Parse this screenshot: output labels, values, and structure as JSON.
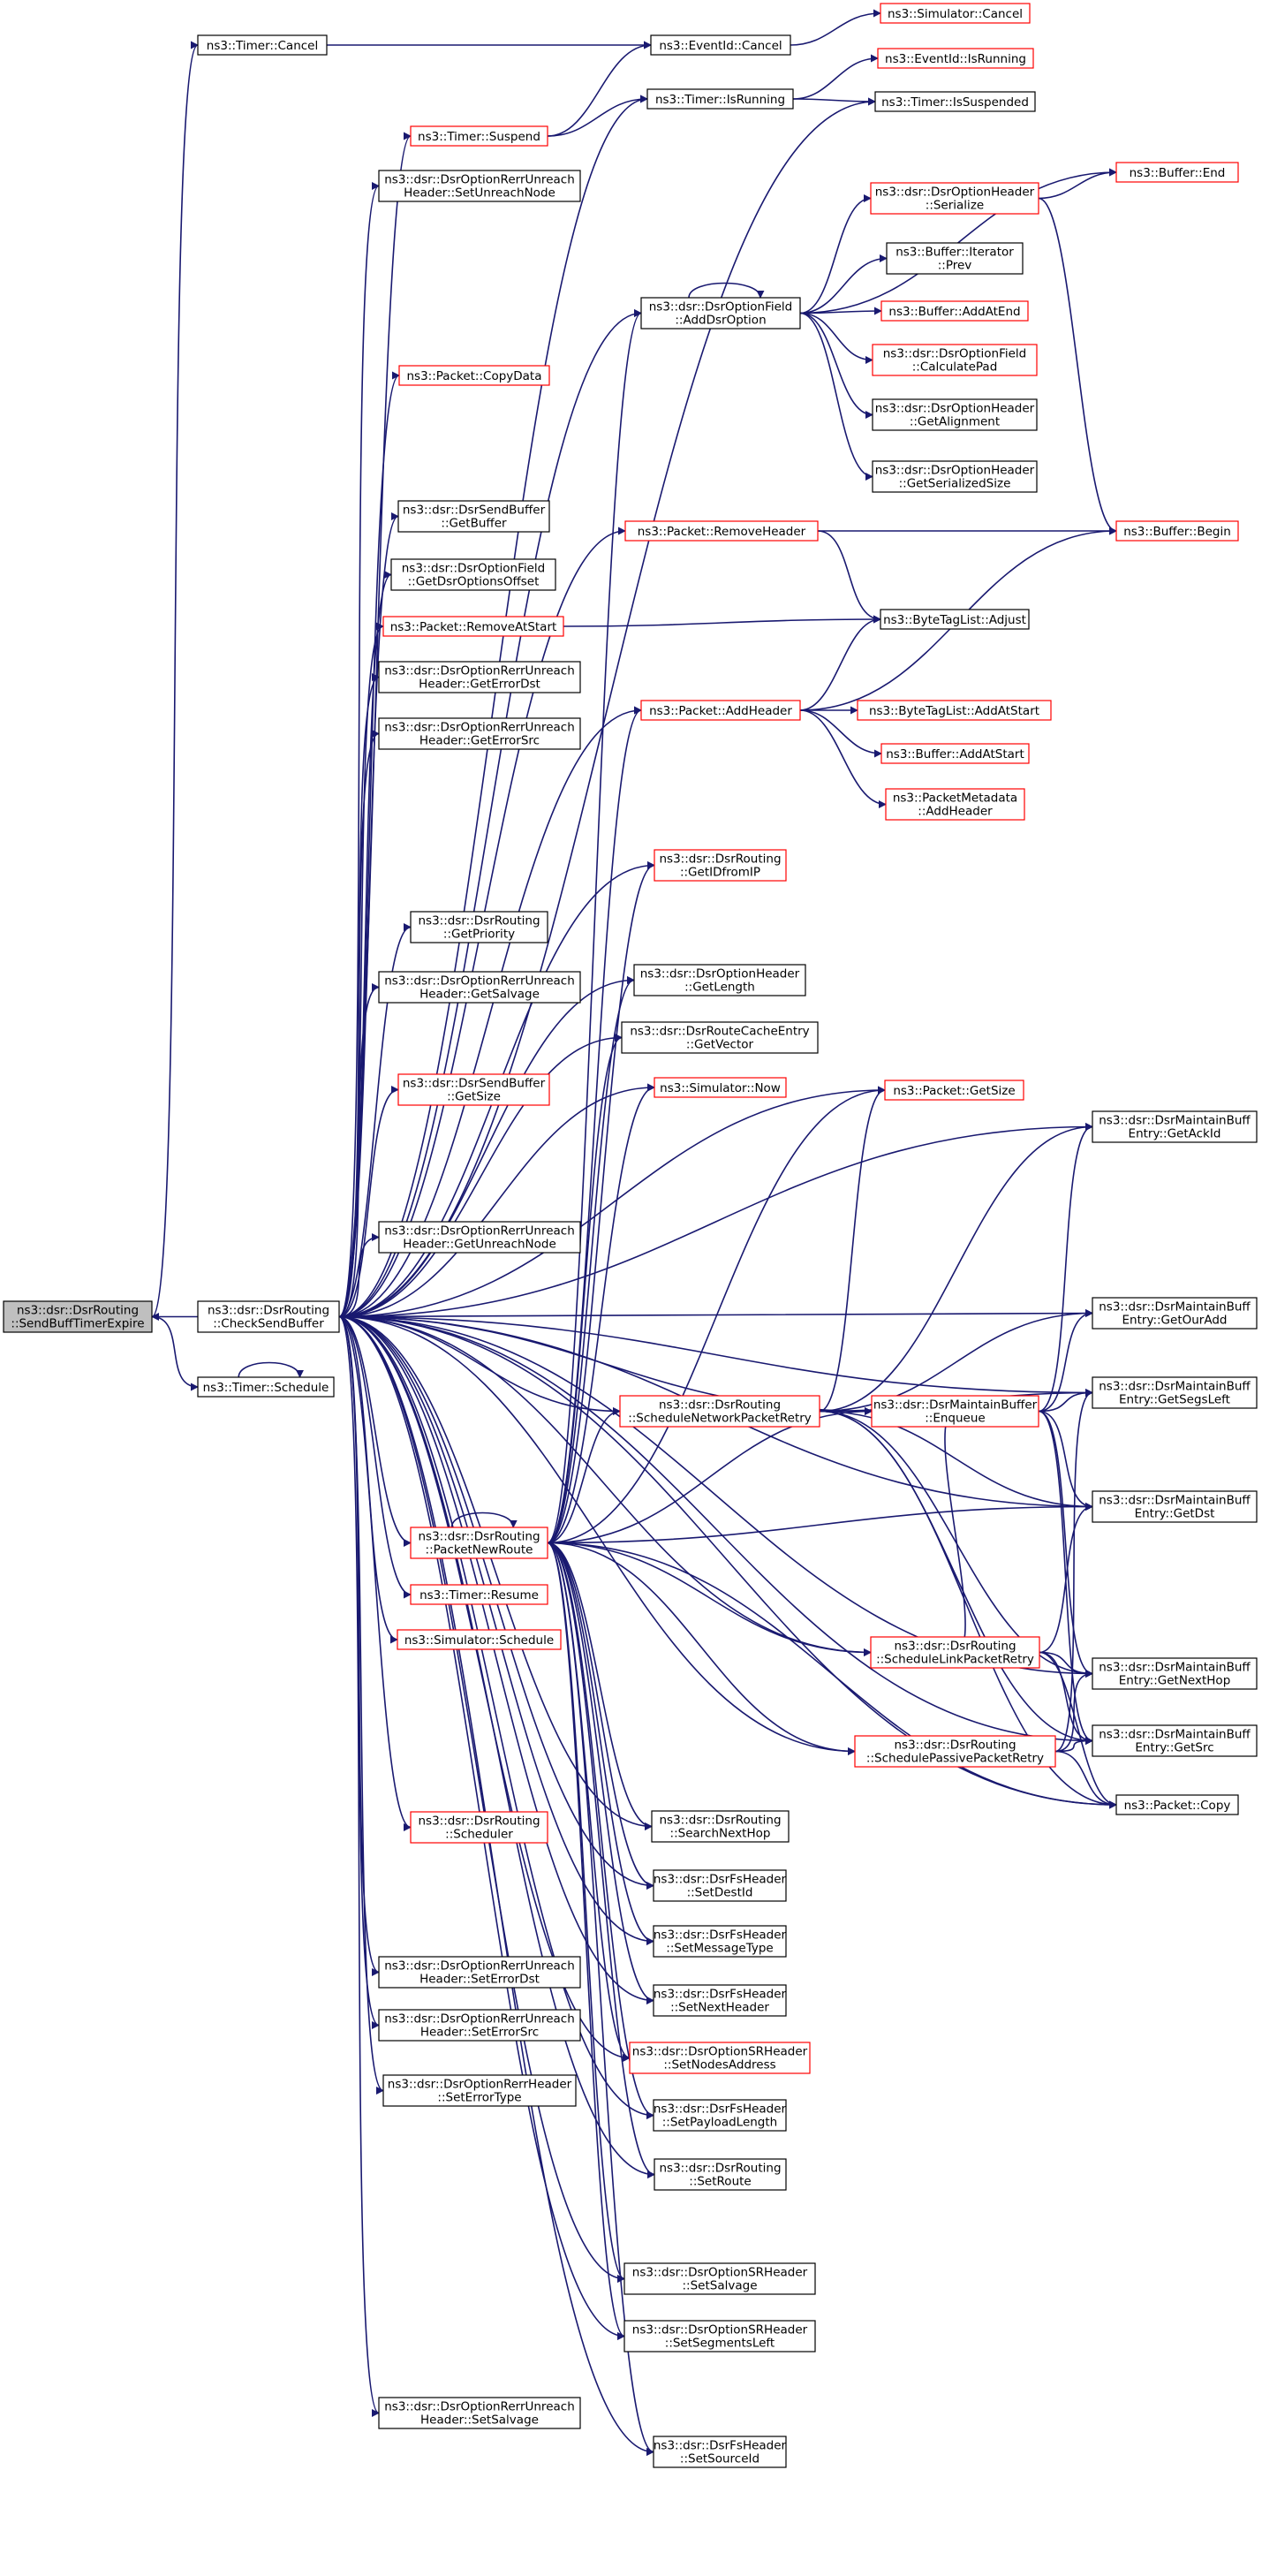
{
  "colors": {
    "edge": "#191970",
    "node_border_normal": "#000000",
    "node_border_link": "#ff0000",
    "node_fill_current": "#bfbfbf",
    "node_fill": "#ffffff"
  },
  "nodes": [
    {
      "id": "sendbufftimer",
      "lines": [
        "ns3::dsr::DsrRouting",
        "::SendBuffTimerExpire"
      ],
      "kind": "current"
    },
    {
      "id": "checksendbuffer",
      "lines": [
        "ns3::dsr::DsrRouting",
        "::CheckSendBuffer"
      ],
      "kind": "normal"
    },
    {
      "id": "timer_cancel",
      "lines": [
        "ns3::Timer::Cancel"
      ],
      "kind": "normal"
    },
    {
      "id": "timer_schedule",
      "lines": [
        "ns3::Timer::Schedule"
      ],
      "kind": "normal"
    },
    {
      "id": "eventid_cancel",
      "lines": [
        "ns3::EventId::Cancel"
      ],
      "kind": "normal"
    },
    {
      "id": "sim_cancel",
      "lines": [
        "ns3::Simulator::Cancel"
      ],
      "kind": "link"
    },
    {
      "id": "eventid_isrunning",
      "lines": [
        "ns3::EventId::IsRunning"
      ],
      "kind": "link"
    },
    {
      "id": "timer_suspend",
      "lines": [
        "ns3::Timer::Suspend"
      ],
      "kind": "link"
    },
    {
      "id": "timer_isrunning",
      "lines": [
        "ns3::Timer::IsRunning"
      ],
      "kind": "normal"
    },
    {
      "id": "timer_issuspended",
      "lines": [
        "ns3::Timer::IsSuspended"
      ],
      "kind": "normal"
    },
    {
      "id": "rerr_setunreach",
      "lines": [
        "ns3::dsr::DsrOptionRerrUnreach",
        "Header::SetUnreachNode"
      ],
      "kind": "normal"
    },
    {
      "id": "buffer_end",
      "lines": [
        "ns3::Buffer::End"
      ],
      "kind": "link"
    },
    {
      "id": "opthdr_serialize",
      "lines": [
        "ns3::dsr::DsrOptionHeader",
        "::Serialize"
      ],
      "kind": "link"
    },
    {
      "id": "iter_prev",
      "lines": [
        "ns3::Buffer::Iterator",
        "::Prev"
      ],
      "kind": "normal"
    },
    {
      "id": "addDsrOption",
      "lines": [
        "ns3::dsr::DsrOptionField",
        "::AddDsrOption"
      ],
      "kind": "normal"
    },
    {
      "id": "buffer_addatend",
      "lines": [
        "ns3::Buffer::AddAtEnd"
      ],
      "kind": "link"
    },
    {
      "id": "calcpad",
      "lines": [
        "ns3::dsr::DsrOptionField",
        "::CalculatePad"
      ],
      "kind": "link"
    },
    {
      "id": "getalign",
      "lines": [
        "ns3::dsr::DsrOptionHeader",
        "::GetAlignment"
      ],
      "kind": "normal"
    },
    {
      "id": "getsersize",
      "lines": [
        "ns3::dsr::DsrOptionHeader",
        "::GetSerializedSize"
      ],
      "kind": "normal"
    },
    {
      "id": "packet_copydata",
      "lines": [
        "ns3::Packet::CopyData"
      ],
      "kind": "link"
    },
    {
      "id": "sendbuffer_getbuffer",
      "lines": [
        "ns3::dsr::DsrSendBuffer",
        "::GetBuffer"
      ],
      "kind": "normal"
    },
    {
      "id": "packet_removeheader",
      "lines": [
        "ns3::Packet::RemoveHeader"
      ],
      "kind": "link"
    },
    {
      "id": "buffer_begin",
      "lines": [
        "ns3::Buffer::Begin"
      ],
      "kind": "link"
    },
    {
      "id": "getdsroptionsoffset",
      "lines": [
        "ns3::dsr::DsrOptionField",
        "::GetDsrOptionsOffset"
      ],
      "kind": "normal"
    },
    {
      "id": "packet_removeatstart",
      "lines": [
        "ns3::Packet::RemoveAtStart"
      ],
      "kind": "link"
    },
    {
      "id": "bytetaglist_adjust",
      "lines": [
        "ns3::ByteTagList::Adjust"
      ],
      "kind": "normal"
    },
    {
      "id": "rerr_geterrordst",
      "lines": [
        "ns3::dsr::DsrOptionRerrUnreach",
        "Header::GetErrorDst"
      ],
      "kind": "normal"
    },
    {
      "id": "packet_addheader",
      "lines": [
        "ns3::Packet::AddHeader"
      ],
      "kind": "link"
    },
    {
      "id": "bytetaglist_addatstart",
      "lines": [
        "ns3::ByteTagList::AddAtStart"
      ],
      "kind": "link"
    },
    {
      "id": "rerr_geterrorsrc",
      "lines": [
        "ns3::dsr::DsrOptionRerrUnreach",
        "Header::GetErrorSrc"
      ],
      "kind": "normal"
    },
    {
      "id": "buffer_addatstart",
      "lines": [
        "ns3::Buffer::AddAtStart"
      ],
      "kind": "link"
    },
    {
      "id": "pktmeta_addheader",
      "lines": [
        "ns3::PacketMetadata",
        "::AddHeader"
      ],
      "kind": "link"
    },
    {
      "id": "getidfromip",
      "lines": [
        "ns3::dsr::DsrRouting",
        "::GetIDfromIP"
      ],
      "kind": "link"
    },
    {
      "id": "getpriority",
      "lines": [
        "ns3::dsr::DsrRouting",
        "::GetPriority"
      ],
      "kind": "normal"
    },
    {
      "id": "opthdr_getlength",
      "lines": [
        "ns3::dsr::DsrOptionHeader",
        "::GetLength"
      ],
      "kind": "normal"
    },
    {
      "id": "rerr_getsalvage",
      "lines": [
        "ns3::dsr::DsrOptionRerrUnreach",
        "Header::GetSalvage"
      ],
      "kind": "normal"
    },
    {
      "id": "routecache_getvector",
      "lines": [
        "ns3::dsr::DsrRouteCacheEntry",
        "::GetVector"
      ],
      "kind": "normal"
    },
    {
      "id": "sendbuffer_getsize",
      "lines": [
        "ns3::dsr::DsrSendBuffer",
        "::GetSize"
      ],
      "kind": "link"
    },
    {
      "id": "sim_now",
      "lines": [
        "ns3::Simulator::Now"
      ],
      "kind": "link"
    },
    {
      "id": "packet_getsize",
      "lines": [
        "ns3::Packet::GetSize"
      ],
      "kind": "link"
    },
    {
      "id": "mbe_getackid",
      "lines": [
        "ns3::dsr::DsrMaintainBuff",
        "Entry::GetAckId"
      ],
      "kind": "normal"
    },
    {
      "id": "rerr_getunreach",
      "lines": [
        "ns3::dsr::DsrOptionRerrUnreach",
        "Header::GetUnreachNode"
      ],
      "kind": "normal"
    },
    {
      "id": "mbe_getouradd",
      "lines": [
        "ns3::dsr::DsrMaintainBuff",
        "Entry::GetOurAdd"
      ],
      "kind": "normal"
    },
    {
      "id": "sched_netpkt",
      "lines": [
        "ns3::dsr::DsrRouting",
        "::ScheduleNetworkPacketRetry"
      ],
      "kind": "link"
    },
    {
      "id": "mb_enqueue",
      "lines": [
        "ns3::dsr::DsrMaintainBuffer",
        "::Enqueue"
      ],
      "kind": "link"
    },
    {
      "id": "mbe_getsegsleft",
      "lines": [
        "ns3::dsr::DsrMaintainBuff",
        "Entry::GetSegsLeft"
      ],
      "kind": "normal"
    },
    {
      "id": "packetnewroute",
      "lines": [
        "ns3::dsr::DsrRouting",
        "::PacketNewRoute"
      ],
      "kind": "link"
    },
    {
      "id": "mbe_getdst",
      "lines": [
        "ns3::dsr::DsrMaintainBuff",
        "Entry::GetDst"
      ],
      "kind": "normal"
    },
    {
      "id": "timer_resume",
      "lines": [
        "ns3::Timer::Resume"
      ],
      "kind": "link"
    },
    {
      "id": "sim_schedule",
      "lines": [
        "ns3::Simulator::Schedule"
      ],
      "kind": "link"
    },
    {
      "id": "sched_linkpkt",
      "lines": [
        "ns3::dsr::DsrRouting",
        "::ScheduleLinkPacketRetry"
      ],
      "kind": "link"
    },
    {
      "id": "mbe_getnexthop",
      "lines": [
        "ns3::dsr::DsrMaintainBuff",
        "Entry::GetNextHop"
      ],
      "kind": "normal"
    },
    {
      "id": "sched_passive",
      "lines": [
        "ns3::dsr::DsrRouting",
        "::SchedulePassivePacketRetry"
      ],
      "kind": "link"
    },
    {
      "id": "mbe_getsrc",
      "lines": [
        "ns3::dsr::DsrMaintainBuff",
        "Entry::GetSrc"
      ],
      "kind": "normal"
    },
    {
      "id": "packet_copy",
      "lines": [
        "ns3::Packet::Copy"
      ],
      "kind": "normal"
    },
    {
      "id": "searchnexthop",
      "lines": [
        "ns3::dsr::DsrRouting",
        "::SearchNextHop"
      ],
      "kind": "normal"
    },
    {
      "id": "scheduler",
      "lines": [
        "ns3::dsr::DsrRouting",
        "::Scheduler"
      ],
      "kind": "link"
    },
    {
      "id": "fs_setdestid",
      "lines": [
        "ns3::dsr::DsrFsHeader",
        "::SetDestId"
      ],
      "kind": "normal"
    },
    {
      "id": "fs_setmsgtype",
      "lines": [
        "ns3::dsr::DsrFsHeader",
        "::SetMessageType"
      ],
      "kind": "normal"
    },
    {
      "id": "rerr_seterrordst",
      "lines": [
        "ns3::dsr::DsrOptionRerrUnreach",
        "Header::SetErrorDst"
      ],
      "kind": "normal"
    },
    {
      "id": "fs_setnextheader",
      "lines": [
        "ns3::dsr::DsrFsHeader",
        "::SetNextHeader"
      ],
      "kind": "normal"
    },
    {
      "id": "rerr_seterrorsrc",
      "lines": [
        "ns3::dsr::DsrOptionRerrUnreach",
        "Header::SetErrorSrc"
      ],
      "kind": "normal"
    },
    {
      "id": "sr_setnodesaddr",
      "lines": [
        "ns3::dsr::DsrOptionSRHeader",
        "::SetNodesAddress"
      ],
      "kind": "link"
    },
    {
      "id": "rerrhdr_seterrortype",
      "lines": [
        "ns3::dsr::DsrOptionRerrHeader",
        "::SetErrorType"
      ],
      "kind": "normal"
    },
    {
      "id": "fs_setpayloadlen",
      "lines": [
        "ns3::dsr::DsrFsHeader",
        "::SetPayloadLength"
      ],
      "kind": "normal"
    },
    {
      "id": "setroute",
      "lines": [
        "ns3::dsr::DsrRouting",
        "::SetRoute"
      ],
      "kind": "normal"
    },
    {
      "id": "sr_setsalvage",
      "lines": [
        "ns3::dsr::DsrOptionSRHeader",
        "::SetSalvage"
      ],
      "kind": "normal"
    },
    {
      "id": "sr_setsegleft",
      "lines": [
        "ns3::dsr::DsrOptionSRHeader",
        "::SetSegmentsLeft"
      ],
      "kind": "normal"
    },
    {
      "id": "rerr_setsalvage",
      "lines": [
        "ns3::dsr::DsrOptionRerrUnreach",
        "Header::SetSalvage"
      ],
      "kind": "normal"
    },
    {
      "id": "fs_setsourceid",
      "lines": [
        "ns3::dsr::DsrFsHeader",
        "::SetSourceId"
      ],
      "kind": "normal"
    }
  ],
  "edges": [
    [
      "checksendbuffer",
      "sendbufftimer"
    ],
    [
      "sendbufftimer",
      "timer_cancel"
    ],
    [
      "sendbufftimer",
      "timer_schedule"
    ],
    [
      "timer_cancel",
      "eventid_cancel"
    ],
    [
      "eventid_cancel",
      "sim_cancel"
    ],
    [
      "timer_suspend",
      "eventid_cancel"
    ],
    [
      "timer_suspend",
      "timer_isrunning"
    ],
    [
      "timer_isrunning",
      "eventid_isrunning"
    ],
    [
      "timer_isrunning",
      "timer_issuspended"
    ],
    [
      "timer_schedule",
      "timer_schedule"
    ],
    [
      "checksendbuffer",
      "timer_isrunning"
    ],
    [
      "checksendbuffer",
      "timer_suspend"
    ],
    [
      "checksendbuffer",
      "timer_issuspended"
    ],
    [
      "checksendbuffer",
      "rerr_setunreach"
    ],
    [
      "checksendbuffer",
      "addDsrOption"
    ],
    [
      "addDsrOption",
      "addDsrOption"
    ],
    [
      "addDsrOption",
      "opthdr_serialize"
    ],
    [
      "addDsrOption",
      "buffer_end"
    ],
    [
      "addDsrOption",
      "iter_prev"
    ],
    [
      "addDsrOption",
      "buffer_addatend"
    ],
    [
      "addDsrOption",
      "calcpad"
    ],
    [
      "addDsrOption",
      "getalign"
    ],
    [
      "addDsrOption",
      "getsersize"
    ],
    [
      "opthdr_serialize",
      "buffer_end"
    ],
    [
      "opthdr_serialize",
      "buffer_begin"
    ],
    [
      "checksendbuffer",
      "packet_copydata"
    ],
    [
      "checksendbuffer",
      "packet_removeheader"
    ],
    [
      "packet_removeheader",
      "buffer_begin"
    ],
    [
      "packet_removeheader",
      "bytetaglist_adjust"
    ],
    [
      "checksendbuffer",
      "sendbuffer_getbuffer"
    ],
    [
      "checksendbuffer",
      "getdsroptionsoffset"
    ],
    [
      "checksendbuffer",
      "packet_removeatstart"
    ],
    [
      "packet_removeatstart",
      "bytetaglist_adjust"
    ],
    [
      "checksendbuffer",
      "rerr_geterrordst"
    ],
    [
      "checksendbuffer",
      "rerr_geterrorsrc"
    ],
    [
      "checksendbuffer",
      "packet_addheader"
    ],
    [
      "packet_addheader",
      "bytetaglist_adjust"
    ],
    [
      "packet_addheader",
      "buffer_begin"
    ],
    [
      "packet_addheader",
      "bytetaglist_addatstart"
    ],
    [
      "packet_addheader",
      "buffer_addatstart"
    ],
    [
      "packet_addheader",
      "pktmeta_addheader"
    ],
    [
      "checksendbuffer",
      "getidfromip"
    ],
    [
      "checksendbuffer",
      "getpriority"
    ],
    [
      "checksendbuffer",
      "opthdr_getlength"
    ],
    [
      "checksendbuffer",
      "rerr_getsalvage"
    ],
    [
      "checksendbuffer",
      "routecache_getvector"
    ],
    [
      "checksendbuffer",
      "sendbuffer_getsize"
    ],
    [
      "checksendbuffer",
      "sim_now"
    ],
    [
      "checksendbuffer",
      "packet_getsize"
    ],
    [
      "checksendbuffer",
      "mbe_getackid"
    ],
    [
      "checksendbuffer",
      "rerr_getunreach"
    ],
    [
      "checksendbuffer",
      "mbe_getouradd"
    ],
    [
      "checksendbuffer",
      "sched_netpkt"
    ],
    [
      "checksendbuffer",
      "mbe_getsegsleft"
    ],
    [
      "checksendbuffer",
      "mb_enqueue"
    ],
    [
      "checksendbuffer",
      "packetnewroute"
    ],
    [
      "checksendbuffer",
      "mbe_getdst"
    ],
    [
      "checksendbuffer",
      "timer_resume"
    ],
    [
      "checksendbuffer",
      "sim_schedule"
    ],
    [
      "checksendbuffer",
      "sched_linkpkt"
    ],
    [
      "checksendbuffer",
      "mbe_getnexthop"
    ],
    [
      "checksendbuffer",
      "sched_passive"
    ],
    [
      "checksendbuffer",
      "mbe_getsrc"
    ],
    [
      "checksendbuffer",
      "packet_copy"
    ],
    [
      "checksendbuffer",
      "searchnexthop"
    ],
    [
      "checksendbuffer",
      "scheduler"
    ],
    [
      "checksendbuffer",
      "fs_setdestid"
    ],
    [
      "checksendbuffer",
      "fs_setmsgtype"
    ],
    [
      "checksendbuffer",
      "rerr_seterrordst"
    ],
    [
      "checksendbuffer",
      "fs_setnextheader"
    ],
    [
      "checksendbuffer",
      "rerr_seterrorsrc"
    ],
    [
      "checksendbuffer",
      "sr_setnodesaddr"
    ],
    [
      "checksendbuffer",
      "rerrhdr_seterrortype"
    ],
    [
      "checksendbuffer",
      "fs_setpayloadlen"
    ],
    [
      "checksendbuffer",
      "setroute"
    ],
    [
      "checksendbuffer",
      "sr_setsalvage"
    ],
    [
      "checksendbuffer",
      "sr_setsegleft"
    ],
    [
      "checksendbuffer",
      "rerr_setsalvage"
    ],
    [
      "checksendbuffer",
      "fs_setsourceid"
    ],
    [
      "packetnewroute",
      "packetnewroute"
    ],
    [
      "packetnewroute",
      "addDsrOption"
    ],
    [
      "packetnewroute",
      "packet_addheader"
    ],
    [
      "packetnewroute",
      "getidfromip"
    ],
    [
      "packetnewroute",
      "opthdr_getlength"
    ],
    [
      "packetnewroute",
      "routecache_getvector"
    ],
    [
      "packetnewroute",
      "sim_now"
    ],
    [
      "packetnewroute",
      "packet_getsize"
    ],
    [
      "packetnewroute",
      "sched_netpkt"
    ],
    [
      "packetnewroute",
      "mb_enqueue"
    ],
    [
      "packetnewroute",
      "mbe_getdst"
    ],
    [
      "packetnewroute",
      "sched_linkpkt"
    ],
    [
      "packetnewroute",
      "sched_passive"
    ],
    [
      "packetnewroute",
      "packet_copy"
    ],
    [
      "packetnewroute",
      "searchnexthop"
    ],
    [
      "packetnewroute",
      "fs_setdestid"
    ],
    [
      "packetnewroute",
      "fs_setmsgtype"
    ],
    [
      "packetnewroute",
      "fs_setnextheader"
    ],
    [
      "packetnewroute",
      "sr_setnodesaddr"
    ],
    [
      "packetnewroute",
      "fs_setpayloadlen"
    ],
    [
      "packetnewroute",
      "setroute"
    ],
    [
      "packetnewroute",
      "sr_setsalvage"
    ],
    [
      "packetnewroute",
      "sr_setsegleft"
    ],
    [
      "packetnewroute",
      "fs_setsourceid"
    ],
    [
      "sched_netpkt",
      "mb_enqueue"
    ],
    [
      "sched_netpkt",
      "packet_getsize"
    ],
    [
      "sched_netpkt",
      "mbe_getackid"
    ],
    [
      "sched_netpkt",
      "mbe_getouradd"
    ],
    [
      "sched_netpkt",
      "mbe_getsegsleft"
    ],
    [
      "sched_netpkt",
      "mbe_getdst"
    ],
    [
      "sched_netpkt",
      "mbe_getnexthop"
    ],
    [
      "sched_netpkt",
      "mbe_getsrc"
    ],
    [
      "sched_netpkt",
      "packet_copy"
    ],
    [
      "mb_enqueue",
      "mbe_getackid"
    ],
    [
      "mb_enqueue",
      "mbe_getouradd"
    ],
    [
      "mb_enqueue",
      "mbe_getsegsleft"
    ],
    [
      "mb_enqueue",
      "mbe_getdst"
    ],
    [
      "mb_enqueue",
      "mbe_getnexthop"
    ],
    [
      "mb_enqueue",
      "mbe_getsrc"
    ],
    [
      "sched_linkpkt",
      "mb_enqueue"
    ],
    [
      "sched_linkpkt",
      "mbe_getdst"
    ],
    [
      "sched_linkpkt",
      "mbe_getnexthop"
    ],
    [
      "sched_linkpkt",
      "mbe_getsrc"
    ],
    [
      "sched_linkpkt",
      "packet_copy"
    ],
    [
      "sched_passive",
      "mbe_getsegsleft"
    ],
    [
      "sched_passive",
      "mbe_getnexthop"
    ],
    [
      "sched_passive",
      "mbe_getsrc"
    ],
    [
      "sched_passive",
      "packet_copy"
    ]
  ]
}
